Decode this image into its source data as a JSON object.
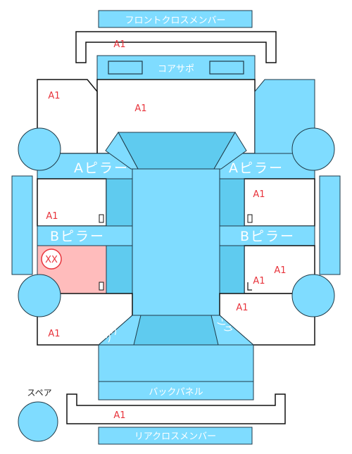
{
  "parts": {
    "front_cross_member": "フロントクロスメンバー",
    "core_support": "コアサポ",
    "a_pillar_left": "Aピラー",
    "a_pillar_right": "Aピラー",
    "b_pillar_left": "Bピラー",
    "b_pillar_right": "Bピラー",
    "trunk_left": "ンク",
    "trunk_right": "ンク",
    "back_panel": "バックパネル",
    "rear_cross_member": "リアクロスメンバー",
    "spare": "スペア"
  },
  "marks": {
    "front_cross_member": "A1",
    "left_front_fender": "A1",
    "hood": "A1",
    "left_front_door": "A1",
    "right_front_door": "A1",
    "right_rear_door": "A1",
    "right_rear_door_2": "A1",
    "right_rear_fender": "A1",
    "left_rear_fender": "A1",
    "rear_cross_member": "A1",
    "left_rear_door_circle": "XX"
  },
  "colors": {
    "part": "#7fdcff",
    "part_dark": "#5fcbef",
    "damage": "#ffbcbc",
    "mark_text": "#e8343c",
    "outline": "#111111"
  }
}
